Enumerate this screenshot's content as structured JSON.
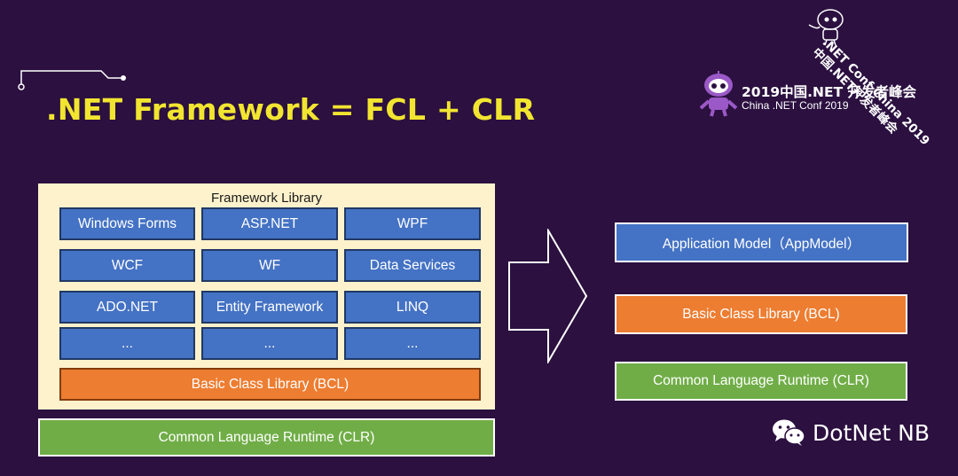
{
  "title": ".NET Framework = FCL + CLR",
  "conference": {
    "main": "2019中国.NET 开发者峰会",
    "sub": "China .NET Conf 2019",
    "rotated_line1": ".NET Conf China 2019",
    "rotated_line2": "中国.NET开发者峰会"
  },
  "framework_library": {
    "title": "Framework Library",
    "items": [
      "Windows Forms",
      "ASP.NET",
      "WPF",
      "WCF",
      "WF",
      "Data Services",
      "ADO.NET",
      "Entity Framework",
      "LINQ",
      "...",
      "...",
      "..."
    ],
    "bcl": "Basic Class Library (BCL)"
  },
  "clr_left": "Common Language Runtime (CLR)",
  "right_stack": {
    "app_model": "Application Model（AppModel）",
    "bcl": "Basic Class Library (BCL)",
    "clr": "Common Language Runtime (CLR)"
  },
  "watermark": "DotNet NB",
  "colors": {
    "background": "#2b1040",
    "title": "#f2e530",
    "blue": "#4472c4",
    "orange": "#ed7d31",
    "green": "#70ad47",
    "panel": "#fdf2cc"
  },
  "icons": [
    "circuit-decoration-icon",
    "robot-mascot-icon",
    "arrow-right-icon",
    "wechat-icon"
  ]
}
